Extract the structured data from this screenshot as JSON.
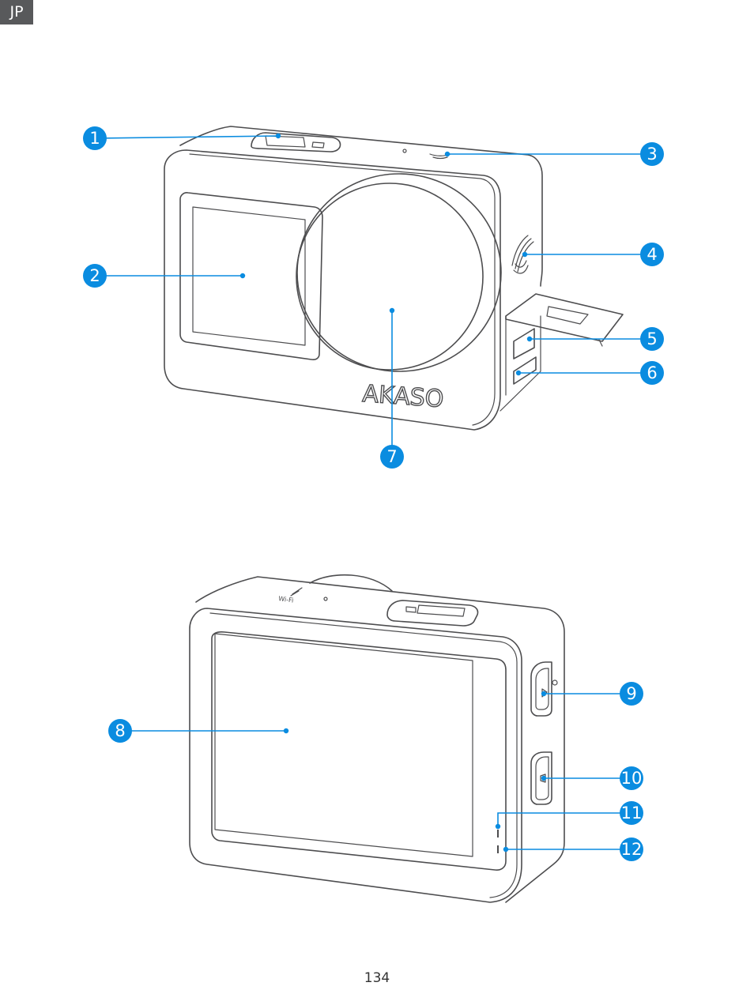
{
  "header": {
    "language_tab": "JP"
  },
  "front_view": {
    "brand_text": "AKASO",
    "callouts": [
      "1",
      "2",
      "3",
      "4",
      "5",
      "6",
      "7"
    ]
  },
  "back_view": {
    "wifi_label": "Wi-Fi",
    "callouts": [
      "8",
      "9",
      "10",
      "11",
      "12"
    ]
  },
  "footer": {
    "page_number": "134"
  }
}
